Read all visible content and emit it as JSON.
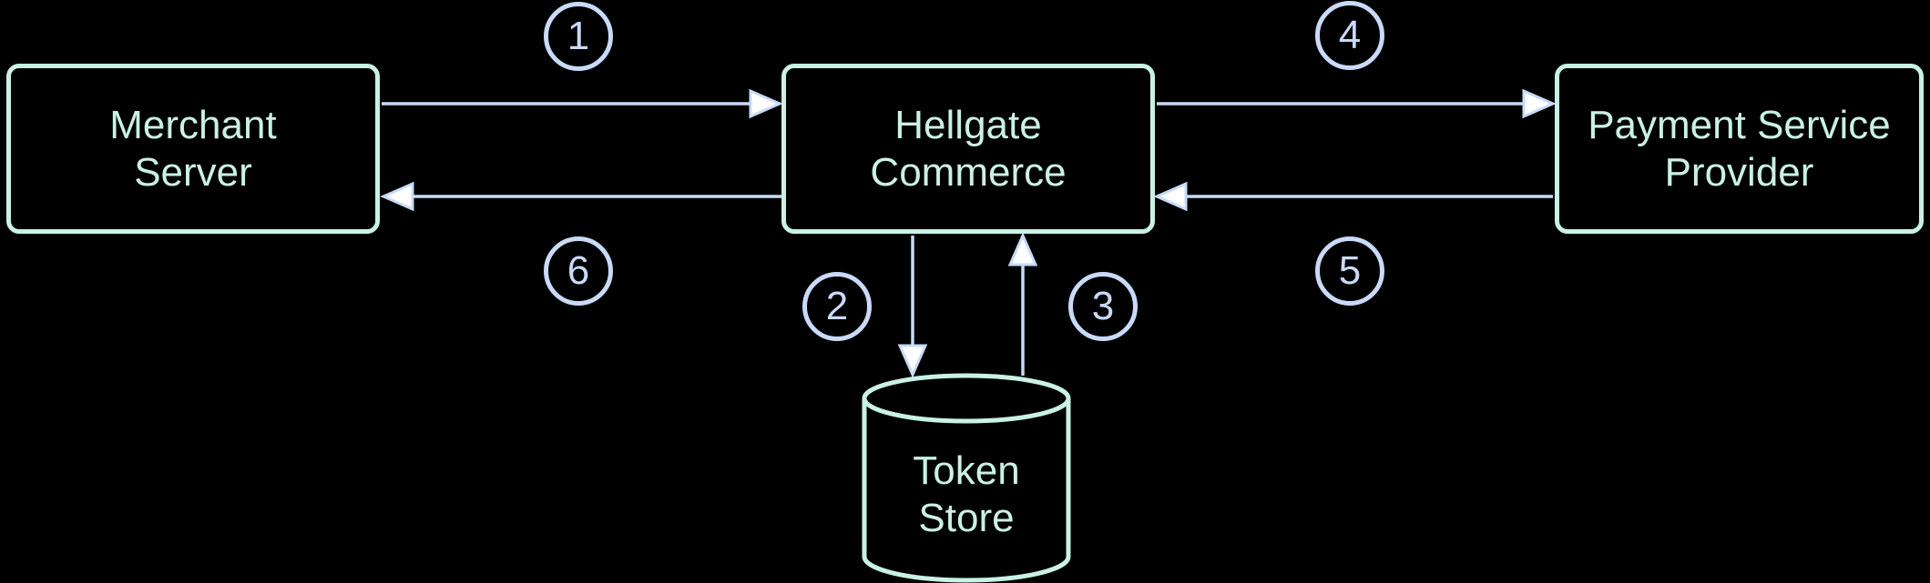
{
  "colors": {
    "background": "#000000",
    "node": "#c9f1e4",
    "flow": "#c9daf8",
    "arrowhead_fill": "#ffffff"
  },
  "nodes": {
    "merchant": {
      "line1": "Merchant",
      "line2": "Server"
    },
    "hellgate": {
      "line1": "Hellgate",
      "line2": "Commerce"
    },
    "psp": {
      "line1": "Payment Service",
      "line2": "Provider"
    },
    "token_store": {
      "line1": "Token",
      "line2": "Store",
      "shape": "database-cylinder"
    }
  },
  "steps": [
    {
      "number": "1",
      "from": "Merchant Server",
      "to": "Hellgate Commerce",
      "direction": "right"
    },
    {
      "number": "2",
      "from": "Hellgate Commerce",
      "to": "Token Store",
      "direction": "down"
    },
    {
      "number": "3",
      "from": "Token Store",
      "to": "Hellgate Commerce",
      "direction": "up"
    },
    {
      "number": "4",
      "from": "Hellgate Commerce",
      "to": "Payment Service Provider",
      "direction": "right"
    },
    {
      "number": "5",
      "from": "Payment Service Provider",
      "to": "Hellgate Commerce",
      "direction": "left"
    },
    {
      "number": "6",
      "from": "Hellgate Commerce",
      "to": "Merchant Server",
      "direction": "left"
    }
  ]
}
